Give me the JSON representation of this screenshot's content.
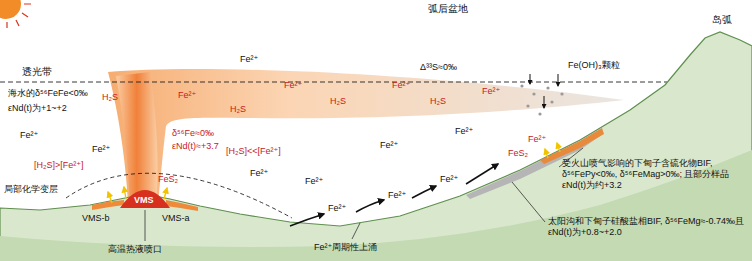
{
  "diagram": {
    "labels": [
      "弧后盆地",
      "岛弧",
      "透光带",
      "海水的δ⁵⁶FeFe<0‰",
      "εNd(t)为+1~+2",
      "Fe²⁺",
      "Δ³³S≈0‰",
      "Fe(OH)₃颗粒",
      "H₂S",
      "Fe²⁺",
      "Fe²⁺",
      "H₂S",
      "Fe²⁺",
      "H₂S",
      "Fe²⁺",
      "H₂S",
      "δ⁵⁶Fe≈0‰",
      "εNd(t)≈+3.7",
      "Fe²⁺",
      "Fe²⁺",
      "[H₂S]<<[Fe²⁺]",
      "[H₂S]>[Fe²⁺]",
      "Fe²⁺",
      "Fe²⁺",
      "FeS₂",
      "Fe²⁺",
      "Fe²⁺",
      "Fe²⁺",
      "FeS₂",
      "局部化学变层",
      "Fe²⁺",
      "Fe²⁺",
      "Fe²⁺",
      "VMS",
      "VMS-b",
      "VMS-a",
      "受火山喷气影响的下甸子含硫化物BIF, δ⁵⁶FePy<0‰, δ⁵⁶FeMag>0‰; 且部分样品εNd(t)为约+3.2",
      "太阳沟和下甸子硅酸盐相BIF, δ⁵⁶FeMg≈-0.74‰且εNd(t)为+0.8~+2.0",
      "Fe²⁺周期性上涌",
      "高温热液喷口"
    ]
  }
}
